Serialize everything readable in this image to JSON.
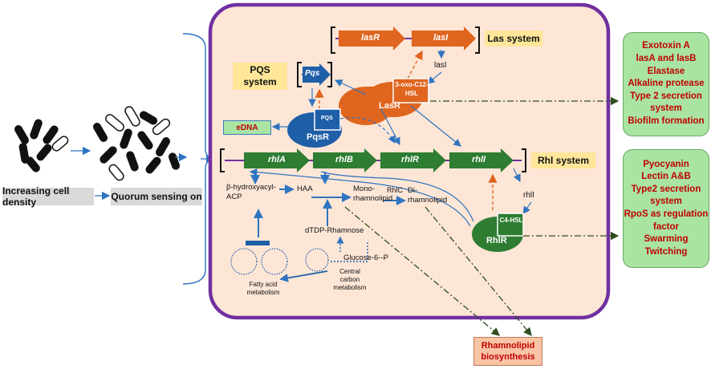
{
  "left": {
    "cell_density_label": "Increasing cell density",
    "quorum_label": "Quorum sensing on"
  },
  "systems": {
    "las": "Las system",
    "pqs": "PQS system",
    "rhl": "Rhl system"
  },
  "genes": {
    "lasR": "lasR",
    "lasI": "lasI",
    "pqs": "Pqs",
    "rhlA": "rhlA",
    "rhlB": "rhlB",
    "rhlR": "rhlR",
    "rhlI": "rhlI"
  },
  "proteins": {
    "LasR": "LasR",
    "PqsR": "PqsR",
    "RhlR": "RhlR"
  },
  "signals": {
    "oxo_c12_hsl": "3-oxo-C12-HSL",
    "pqs_signal": "PQS",
    "c4_hsl": "C4-HSL",
    "lasI_text": "lasI",
    "rhlI_text": "rhlI"
  },
  "edna": "eDNA",
  "pathway": {
    "hydroxyacyl": "β-hydroxyacyl-ACP",
    "haa": "HAA",
    "mono": "Mono-rhamnolipid",
    "rhlc": "RhlC",
    "di": "Di-rhamnolipid",
    "dtdp": "dTDP-Rhamnose",
    "glucose": "Glucose-6--P",
    "fatty_acid": "Fatty acid metabolism",
    "central_carbon": "Central carbon metabolism"
  },
  "outputs": {
    "las_targets": [
      "Exotoxin A",
      "lasA and lasB",
      "Elastase",
      "Alkaline protease",
      "Type 2 secretion system",
      "Biofilm formation"
    ],
    "rhl_targets": [
      "Pyocyanin",
      "Lectin A&B",
      "Type2 secretion system",
      "RpoS as regulation factor",
      "Swarming",
      "Twitching"
    ],
    "rhamnolipid": [
      "Rhamnolipid",
      "biosynthesis"
    ]
  },
  "colors": {
    "cell_fill": "#fde6d6",
    "cell_border": "#7030a0",
    "las_orange": "#e0651f",
    "pqs_blue": "#1f5fa8",
    "rhl_green": "#2e7d32",
    "output_green": "#a9e4a3",
    "output_red_text": "#c00000",
    "label_yellow": "#ffe699"
  }
}
